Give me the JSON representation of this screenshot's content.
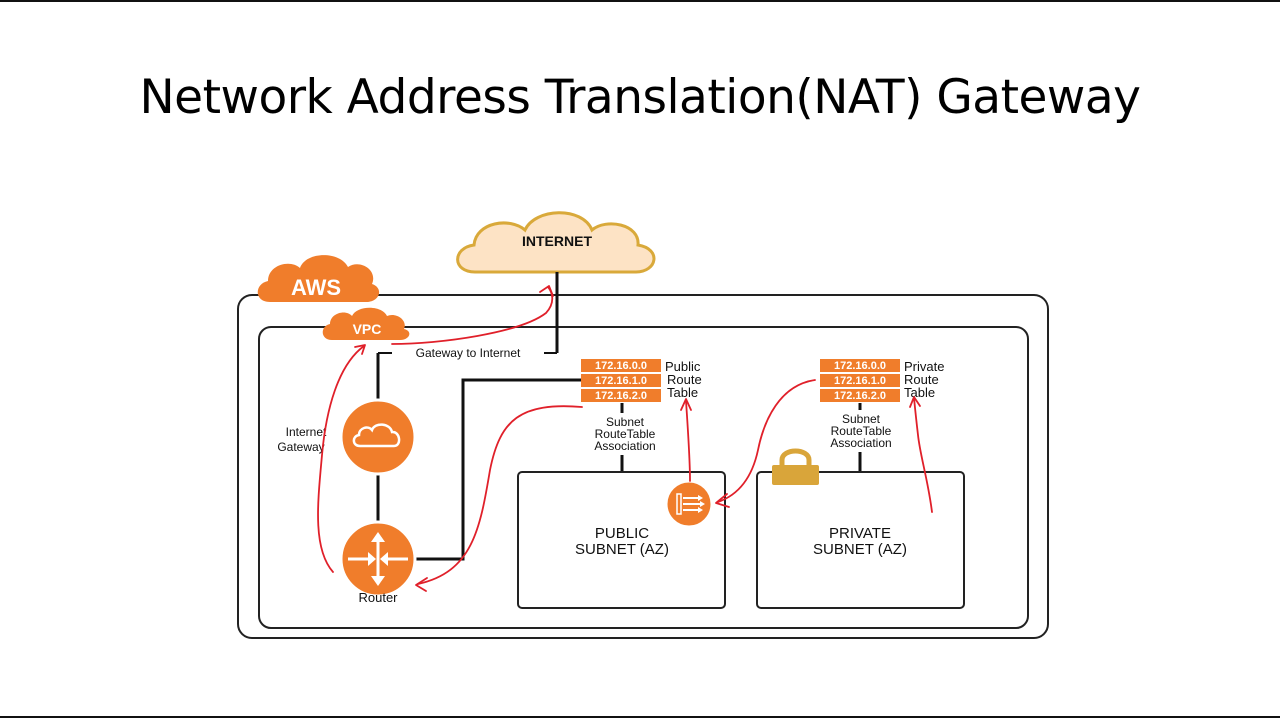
{
  "slide": {
    "title": "Network Address Translation(NAT) Gateway"
  },
  "diagram": {
    "internet_label": "INTERNET",
    "aws_label": "AWS",
    "vpc_label": "VPC",
    "gateway_to_internet_label": "Gateway to Internet",
    "internet_gateway_label_line1": "Internet",
    "internet_gateway_label_line2": "Gateway",
    "router_label": "Router",
    "public_route_table": {
      "entries": [
        "172.16.0.0",
        "172.16.1.0",
        "172.16.2.0"
      ],
      "title_lines": [
        "Public",
        "Route",
        "Table"
      ],
      "association_lines": [
        "Subnet",
        "RouteTable",
        "Association"
      ]
    },
    "private_route_table": {
      "entries": [
        "172.16.0.0",
        "172.16.1.0",
        "172.16.2.0"
      ],
      "title_lines": [
        "Private",
        "Route",
        "Table"
      ],
      "association_lines": [
        "Subnet",
        "RouteTable",
        "Association"
      ]
    },
    "public_subnet_lines": [
      "PUBLIC",
      "SUBNET (AZ)"
    ],
    "private_subnet_lines": [
      "PRIVATE",
      "SUBNET (AZ)"
    ],
    "colors": {
      "aws_orange": "#f07d2b",
      "internet_fill": "#fde3c5",
      "internet_stroke": "#d9a93a",
      "annotation_red": "#e0202a",
      "lock_gold": "#d9a53a"
    }
  }
}
